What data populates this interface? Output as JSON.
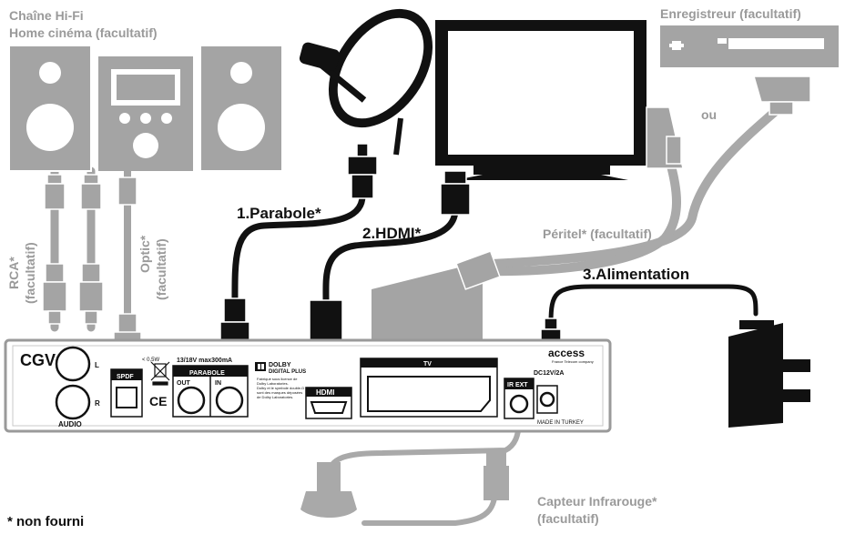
{
  "labels": {
    "hifi_line1": "Chaîne Hi-Fi",
    "hifi_line2": "Home cinéma (facultatif)",
    "recorder": "Enregistreur (facultatif)",
    "ou": "ou",
    "rca_line1": "RCA*",
    "rca_line2": "(facultatif)",
    "optic_line1": "Optic*",
    "optic_line2": "(facultatif)",
    "parabole": "1.Parabole*",
    "hdmi": "2.HDMI*",
    "peritel": "Péritel* (facultatif)",
    "alimentation": "3.Alimentation",
    "capteur_line1": "Capteur Infrarouge*",
    "capteur_line2": "(facultatif)",
    "non_fourni": "* non fourni"
  },
  "device": {
    "brand": "CGV",
    "audio_l": "L",
    "audio_r": "R",
    "audio": "AUDIO",
    "power_note": "< 0,5W",
    "spdf": "SPDF",
    "ce": "CE",
    "lnb_spec": "13/18V max300mA",
    "parabole_label": "PARABOLE",
    "out": "OUT",
    "in": "IN",
    "dolby_line1": "DOLBY",
    "dolby_line2": "DIGITAL PLUS",
    "dolby_note1": "Fabriqué sous licence de",
    "dolby_note2": "Dolby Laboratories.",
    "dolby_note3": "Dolby et le symbole double-D",
    "dolby_note4": "sont des marques déposées",
    "dolby_note5": "de Dolby Laboratories.",
    "hdmi_port": "HDMI",
    "tv_port": "TV",
    "access_logo": "access",
    "access_sub": "France Telecom company",
    "dc_rating": "DC12V/2A",
    "ir_ext": "IR EXT",
    "made_in": "MADE IN TURKEY"
  },
  "colors": {
    "grey_device": "#a4a4a4",
    "grey_label": "#9a9a9a",
    "cable_black": "#111111",
    "cable_grey": "#a9a9a9"
  }
}
